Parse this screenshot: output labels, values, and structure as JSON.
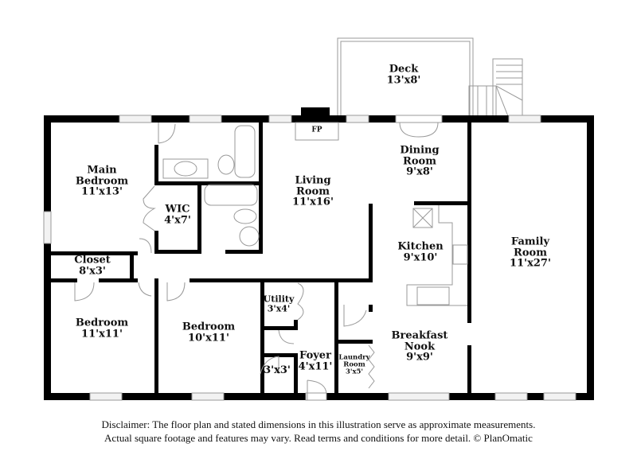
{
  "rooms": {
    "deck": {
      "name": "Deck",
      "dims": "13'x8'"
    },
    "fireplace": {
      "name": "FP"
    },
    "main_bedroom": {
      "name_line1": "Main",
      "name_line2": "Bedroom",
      "dims": "11'x13'"
    },
    "wic": {
      "name": "WIC",
      "dims": "4'x7'"
    },
    "living_room": {
      "name_line1": "Living",
      "name_line2": "Room",
      "dims": "11'x16'"
    },
    "dining_room": {
      "name_line1": "Dining",
      "name_line2": "Room",
      "dims": "9'x8'"
    },
    "kitchen": {
      "name": "Kitchen",
      "dims": "9'x10'"
    },
    "family_room": {
      "name_line1": "Family",
      "name_line2": "Room",
      "dims": "11'x27'"
    },
    "closet": {
      "name": "Closet",
      "dims": "8'x3'"
    },
    "bedroom_1": {
      "name": "Bedroom",
      "dims": "11'x11'"
    },
    "bedroom_2": {
      "name": "Bedroom",
      "dims": "10'x11'"
    },
    "utility": {
      "name": "Utility",
      "dims": "3'x4'"
    },
    "small_closet": {
      "dims": "3'x3'"
    },
    "foyer": {
      "name": "Foyer",
      "dims": "4'x11'"
    },
    "laundry": {
      "name_line1": "Laundry",
      "name_line2": "Room",
      "dims": "3'x5'"
    },
    "breakfast_nook": {
      "name_line1": "Breakfast",
      "name_line2": "Nook",
      "dims": "9'x9'"
    }
  },
  "disclaimer": {
    "line1": "Disclaimer: The floor plan and stated dimensions in this illustration serve as approximate measurements.",
    "line2": "Actual square footage and features may vary. Read terms and conditions for more detail. © PlanOmatic"
  },
  "colors": {
    "wall": "#000000",
    "fixture": "#9a9a9a",
    "window_fill": "#e6e6e6",
    "background": "#ffffff"
  }
}
